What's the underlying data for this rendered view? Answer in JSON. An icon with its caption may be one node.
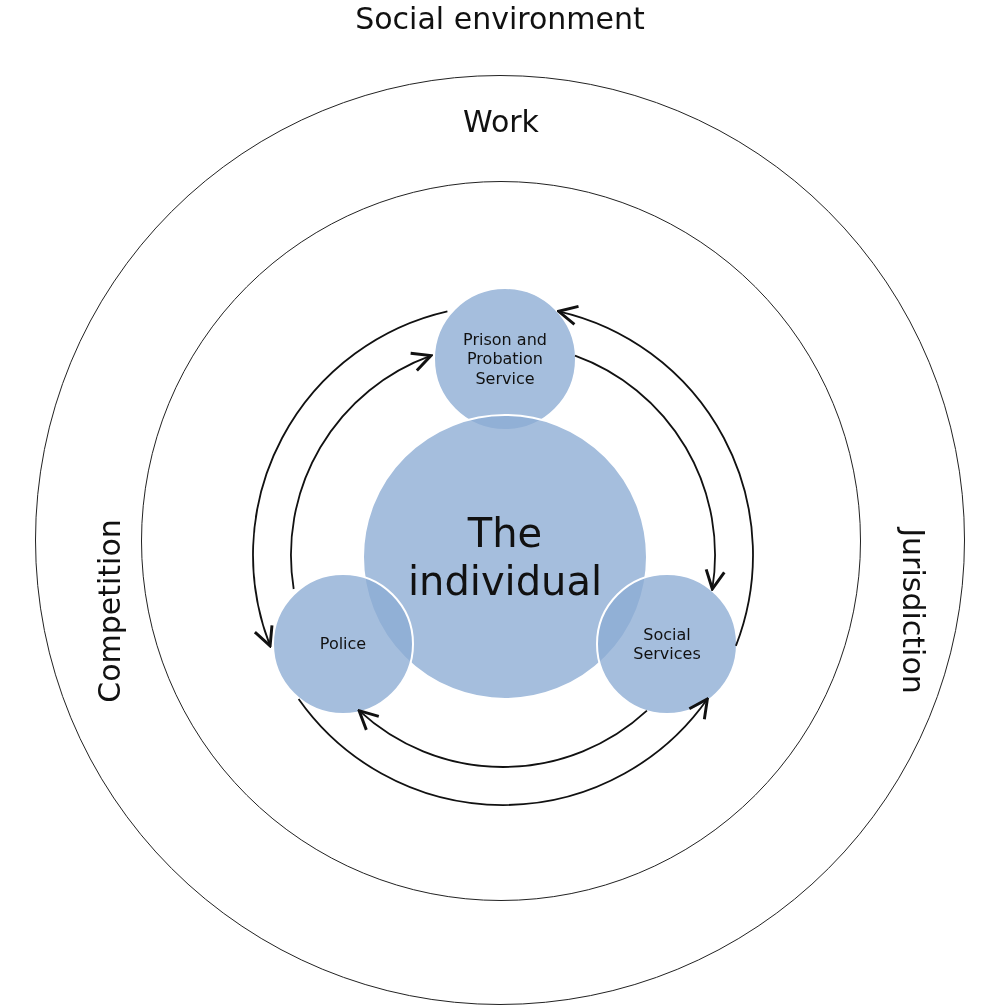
{
  "diagram": {
    "nodes": [
      {
        "text": [
          "Work",
          "Competition",
          "Jurisdiction"
        ]
      },
      {
        "text": [],
        "shape": "circle",
        "in": 0
      },
      {
        "text": [
          "Prison and Probation Service"
        ],
        "in": 1
      },
      {
        "text": [
          "The individual"
        ],
        "in": 1
      },
      {
        "text": [
          "Police"
        ],
        "in": 1
      },
      {
        "text": [
          "Social Services"
        ],
        "in": 1
      }
    ],
    "edges": [
      {
        "from": 2,
        "to": 4,
        "arrow": "to"
      },
      {
        "from": 4,
        "to": 2,
        "arrow": "to"
      },
      {
        "from": 5,
        "to": 2,
        "arrow": "to"
      },
      {
        "from": 2,
        "to": 5,
        "arrow": "to"
      },
      {
        "from": 5,
        "to": 4,
        "arrow": "to"
      },
      {
        "from": 4,
        "to": 5,
        "arrow": "to"
      }
    ],
    "labels": [
      "Social environment"
    ]
  }
}
